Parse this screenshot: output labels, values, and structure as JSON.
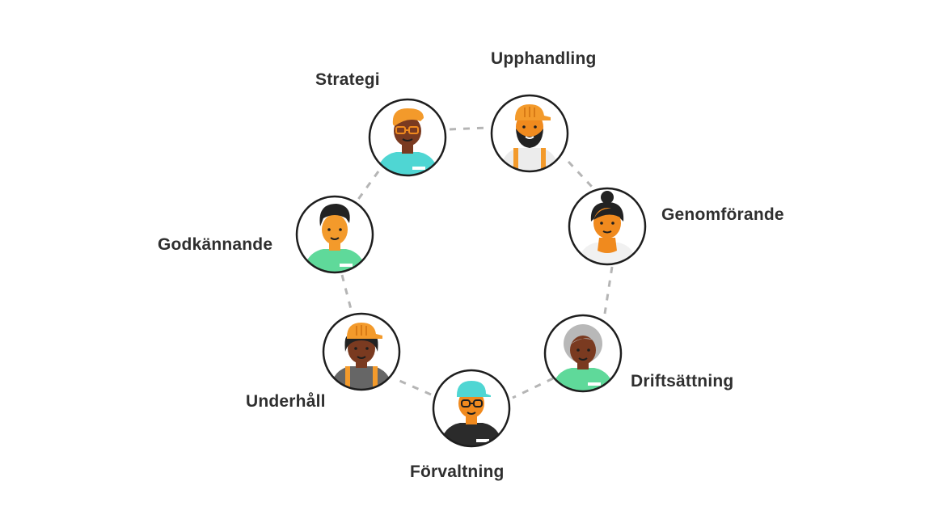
{
  "diagram": {
    "stages": [
      {
        "key": "strategi",
        "label": "Strategi"
      },
      {
        "key": "upphandling",
        "label": "Upphandling"
      },
      {
        "key": "genomforande",
        "label": "Genomförande"
      },
      {
        "key": "driftsattning",
        "label": "Driftsättning"
      },
      {
        "key": "forvaltning",
        "label": "Förvaltning"
      },
      {
        "key": "underhall",
        "label": "Underhåll"
      },
      {
        "key": "godkannande",
        "label": "Godkännande"
      }
    ]
  },
  "colors": {
    "ring_dash": "#b5b5b5",
    "avatar_outline": "#1e1e1e",
    "label_text": "#2f2f2f",
    "orange": "#f39a2b",
    "skin_dark": "#7a3a20",
    "skin_orange": "#f08a1e",
    "turquoise": "#4fd6d3",
    "mint": "#5fd99a",
    "hair_dark": "#222222",
    "grey_hair": "#b8b8b8"
  }
}
